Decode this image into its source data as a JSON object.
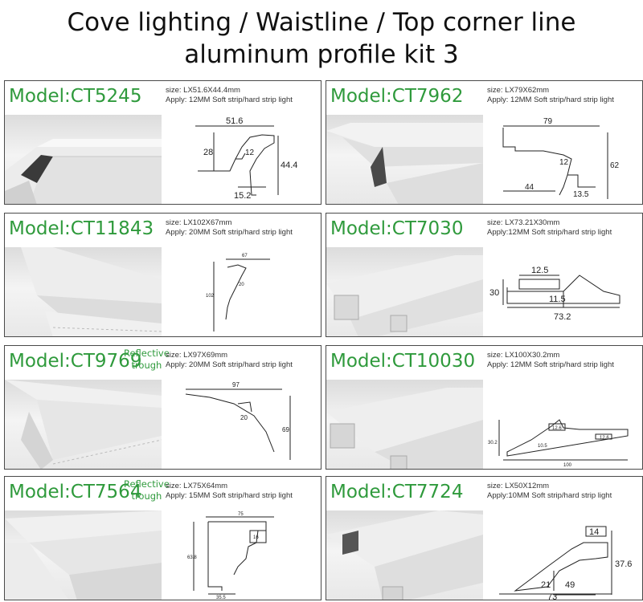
{
  "page": {
    "title_line1": "Cove lighting / Waistline / Top corner line",
    "title_line2": "aluminum profile kit 3"
  },
  "products": [
    {
      "model": "Model:CT5245",
      "note": "",
      "size": "size: LX51.6X44.4mm",
      "apply": "Apply: 12MM Soft strip/hard strip light",
      "dims": [
        "51.6",
        "28",
        "44.4",
        "12",
        "15.2"
      ]
    },
    {
      "model": "Model:CT7962",
      "note": "",
      "size": "size: LX79X62mm",
      "apply": "Apply: 12MM Soft strip/hard strip light",
      "dims": [
        "79",
        "62",
        "12",
        "44",
        "13.5"
      ]
    },
    {
      "model": "Model:CT11843",
      "note": "",
      "size": "size: LX102X67mm",
      "apply": "Apply: 20MM Soft strip/hard strip light",
      "dims": [
        "67",
        "102",
        "20"
      ]
    },
    {
      "model": "Model:CT7030",
      "note": "",
      "size": "size: LX73.21X30mm",
      "apply": "Apply:12MM Soft strip/hard strip light",
      "dims": [
        "12.5",
        "30",
        "11.5",
        "73.2"
      ]
    },
    {
      "model": "Model:CT9769",
      "note_line1": "Reflective",
      "note_line2": "trough",
      "size": "size: LX97X69mm",
      "apply": "Apply: 20MM Soft strip/hard strip light",
      "dims": [
        "97",
        "20",
        "69"
      ]
    },
    {
      "model": "Model:CT10030",
      "note": "",
      "size": "size: LX100X30.2mm",
      "apply": "Apply: 12MM Soft strip/hard strip light",
      "dims": [
        "12.6",
        "30.2",
        "10.5",
        "12.6",
        "100"
      ]
    },
    {
      "model": "Model:CT7564",
      "note_line1": "Reflective",
      "note_line2": "trough",
      "size": "size: LX75X64mm",
      "apply": "Apply: 15MM Soft strip/hard strip light",
      "dims": [
        "75",
        "16",
        "63.8",
        "35.5"
      ]
    },
    {
      "model": "Model:CT7724",
      "note": "",
      "size": "size: LX50X12mm",
      "apply": "Apply:10MM Soft strip/hard strip light",
      "dims": [
        "14",
        "21",
        "49",
        "37.6",
        "73"
      ]
    }
  ],
  "colors": {
    "model_green": "#2f9a3c",
    "border": "#4a4a4a",
    "line": "#222222"
  }
}
